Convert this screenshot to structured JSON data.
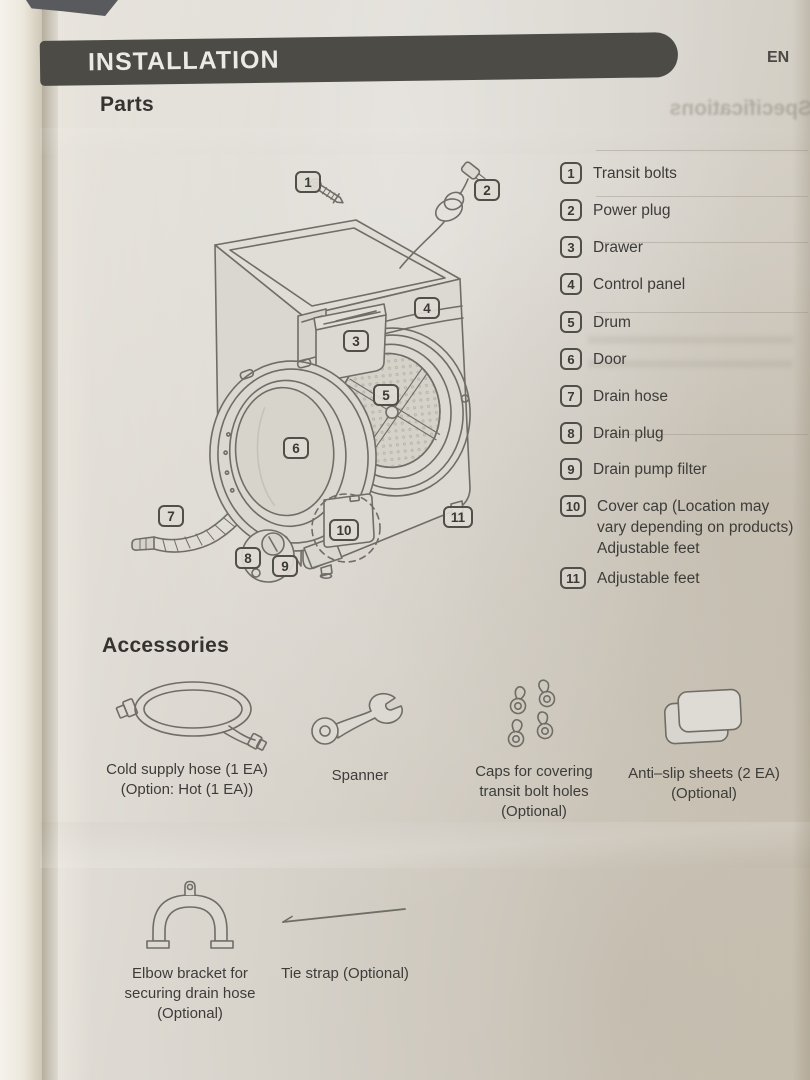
{
  "page": {
    "language_badge": "EN"
  },
  "header": {
    "title": "INSTALLATION"
  },
  "parts_section": {
    "title": "Parts",
    "items": [
      {
        "num": "1",
        "label": "Transit bolts"
      },
      {
        "num": "2",
        "label": "Power plug"
      },
      {
        "num": "3",
        "label": "Drawer"
      },
      {
        "num": "4",
        "label": "Control panel"
      },
      {
        "num": "5",
        "label": "Drum"
      },
      {
        "num": "6",
        "label": "Door"
      },
      {
        "num": "7",
        "label": "Drain hose"
      },
      {
        "num": "8",
        "label": "Drain plug"
      },
      {
        "num": "9",
        "label": "Drain pump filter"
      },
      {
        "num": "10",
        "label": "Cover cap (Location may\nvary depending on products)\nAdjustable feet"
      },
      {
        "num": "11",
        "label": "Adjustable feet"
      }
    ]
  },
  "diagram": {
    "callouts": [
      "1",
      "2",
      "3",
      "4",
      "5",
      "6",
      "7",
      "8",
      "9",
      "10",
      "11"
    ]
  },
  "accessories_section": {
    "title": "Accessories",
    "items": [
      {
        "icon": "cold-supply-hose-icon",
        "label": "Cold supply hose (1 EA)\n(Option: Hot (1 EA))"
      },
      {
        "icon": "spanner-icon",
        "label": "Spanner"
      },
      {
        "icon": "transit-bolt-hole-caps-icon",
        "label": "Caps for covering\ntransit bolt holes\n(Optional)"
      },
      {
        "icon": "anti-slip-sheets-icon",
        "label": "Anti–slip sheets (2 EA)\n(Optional)"
      },
      {
        "icon": "elbow-bracket-icon",
        "label": "Elbow bracket for\nsecuring drain hose\n(Optional)"
      },
      {
        "icon": "tie-strap-icon",
        "label": "Tie strap (Optional)"
      }
    ]
  },
  "bleedthrough": {
    "title": "Specifications"
  },
  "colors": {
    "header_bar": "#4c4b46",
    "paper": "#dbd8d1",
    "ink": "#3d3c39",
    "line_art": "#6e6d66"
  }
}
